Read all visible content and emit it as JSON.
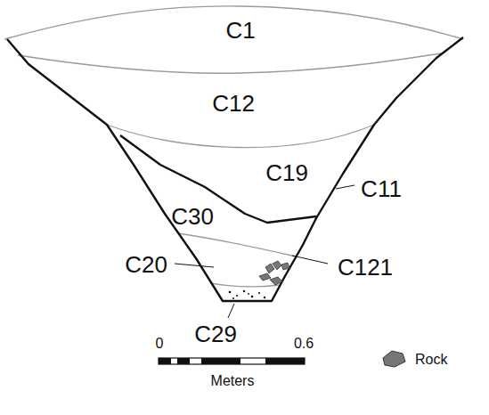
{
  "diagram": {
    "labels": [
      "C1",
      "C12",
      "C19",
      "C11",
      "C30",
      "C20",
      "C121",
      "C29",
      "0",
      "0.6",
      "Meters"
    ],
    "legend": [
      {
        "text": "Rock"
      }
    ]
  }
}
